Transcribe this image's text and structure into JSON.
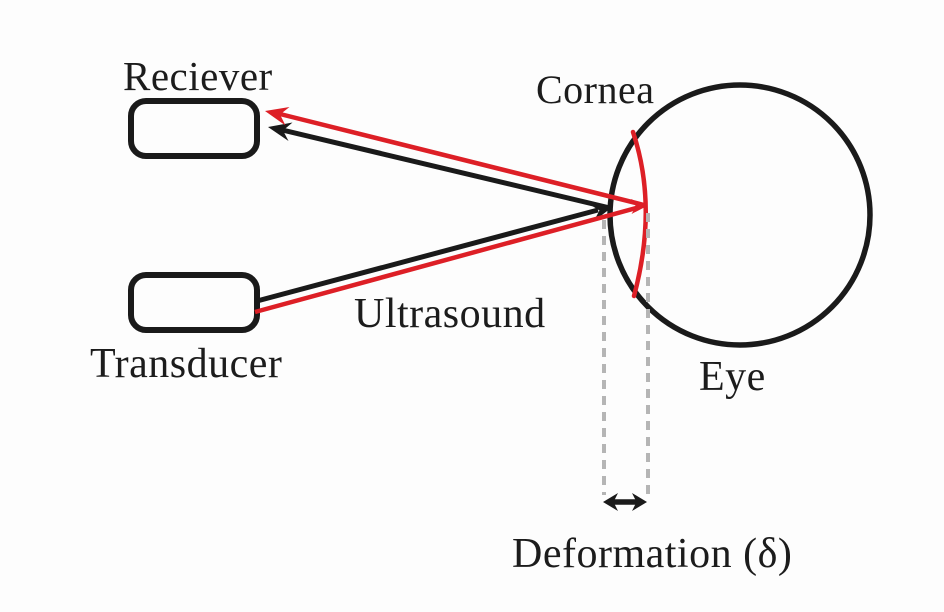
{
  "diagram": {
    "description": "Ultrasound corneal deformation measurement schematic",
    "labels": {
      "receiver": "Reciever",
      "transducer": "Transducer",
      "ultrasound": "Ultrasound",
      "cornea": "Cornea",
      "eye": "Eye",
      "deformation": "Deformation (δ)"
    },
    "colors": {
      "ink": "#1a1a1a",
      "red": "#dd1f26",
      "gray_dashed": "#b5b5b5",
      "box_fill": "#fdfdfd",
      "background": "#fdfdfd"
    }
  }
}
